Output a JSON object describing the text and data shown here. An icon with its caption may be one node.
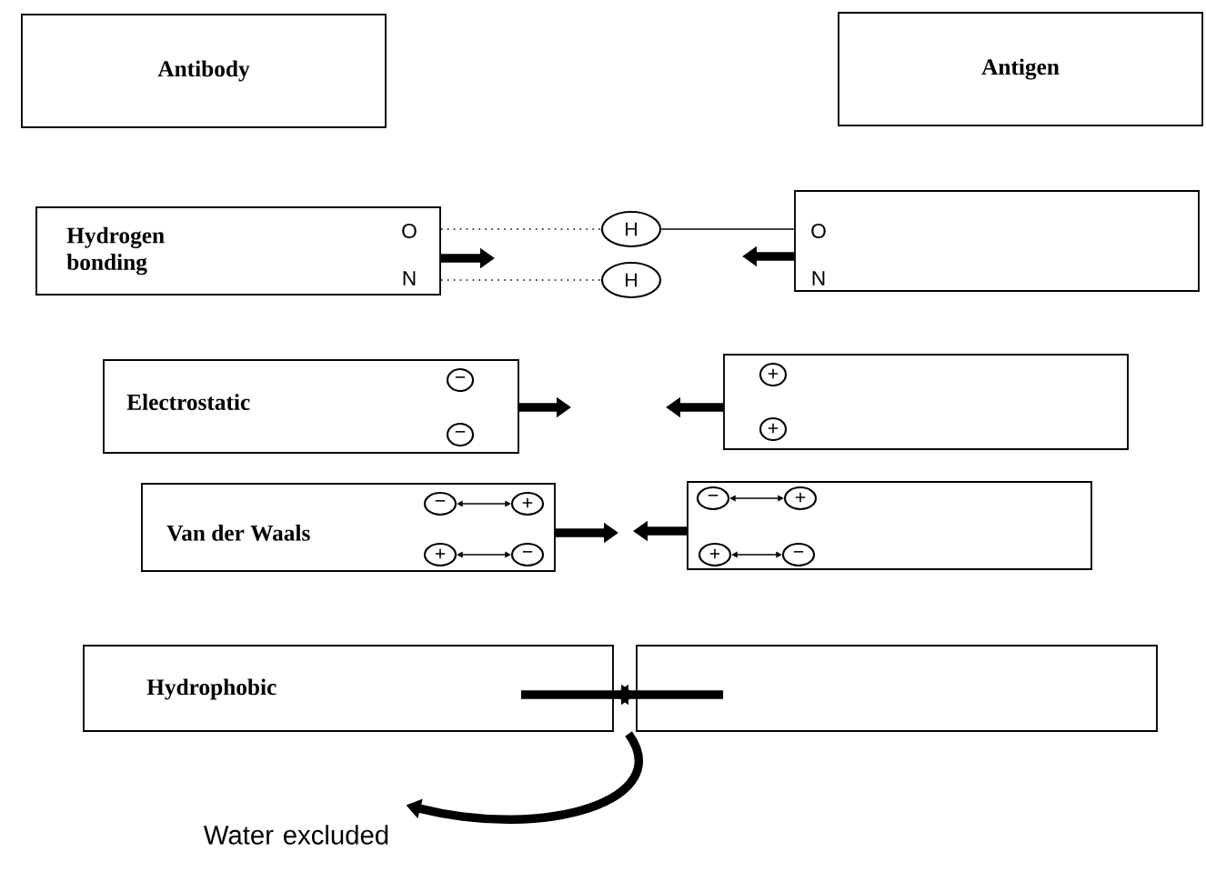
{
  "diagram": {
    "nodes": [
      {
        "text": [
          "Antibody"
        ]
      },
      {
        "text": [
          "Antigen"
        ]
      },
      {
        "text": [
          "Hydrogen bonding",
          "O",
          "N"
        ]
      },
      {
        "text": [
          "H"
        ]
      },
      {
        "text": [
          "H"
        ]
      },
      {
        "text": [
          "O",
          "N"
        ]
      },
      {
        "text": [
          "Electrostatic"
        ]
      },
      {
        "text": [
          "−"
        ],
        "in": 6
      },
      {
        "text": [
          "−"
        ],
        "in": 6
      },
      {
        "text": [],
        "shape": "box"
      },
      {
        "text": [
          "+"
        ],
        "in": 9
      },
      {
        "text": [
          "+"
        ],
        "in": 9
      },
      {
        "text": [
          "Van der Waals"
        ]
      },
      {
        "text": [
          "−"
        ],
        "in": 12
      },
      {
        "text": [
          "+"
        ],
        "in": 12
      },
      {
        "text": [
          "+"
        ],
        "in": 12
      },
      {
        "text": [
          "−"
        ],
        "in": 12
      },
      {
        "text": [],
        "shape": "box"
      },
      {
        "text": [
          "−"
        ],
        "in": 17
      },
      {
        "text": [
          "+"
        ],
        "in": 17
      },
      {
        "text": [
          "+"
        ],
        "in": 17
      },
      {
        "text": [
          "−"
        ],
        "in": 17
      },
      {
        "text": [
          "Hydrophobic"
        ]
      },
      {
        "text": [],
        "shape": "box"
      },
      {
        "text": [
          "Water excluded"
        ]
      }
    ],
    "edges": [
      {
        "from": 2,
        "to": 3,
        "arrow": "none",
        "style": "dashed"
      },
      {
        "from": 2,
        "to": 4,
        "arrow": "none",
        "style": "dashed"
      },
      {
        "from": 3,
        "to": 5,
        "arrow": "none"
      },
      {
        "from": 2,
        "to": null,
        "arrow": "to"
      },
      {
        "from": 5,
        "to": null,
        "arrow": "to"
      },
      {
        "from": 6,
        "to": null,
        "arrow": "to"
      },
      {
        "from": 9,
        "to": null,
        "arrow": "to"
      },
      {
        "from": 13,
        "to": 14,
        "arrow": "both"
      },
      {
        "from": 15,
        "to": 16,
        "arrow": "both"
      },
      {
        "from": 18,
        "to": 19,
        "arrow": "both"
      },
      {
        "from": 20,
        "to": 21,
        "arrow": "both"
      },
      {
        "from": 12,
        "to": null,
        "arrow": "to"
      },
      {
        "from": 17,
        "to": null,
        "arrow": "to"
      },
      {
        "from": 22,
        "to": 23,
        "arrow": "to"
      },
      {
        "from": 23,
        "to": 22,
        "arrow": "to"
      },
      {
        "from": 23,
        "to": 24,
        "arrow": "to"
      }
    ]
  }
}
